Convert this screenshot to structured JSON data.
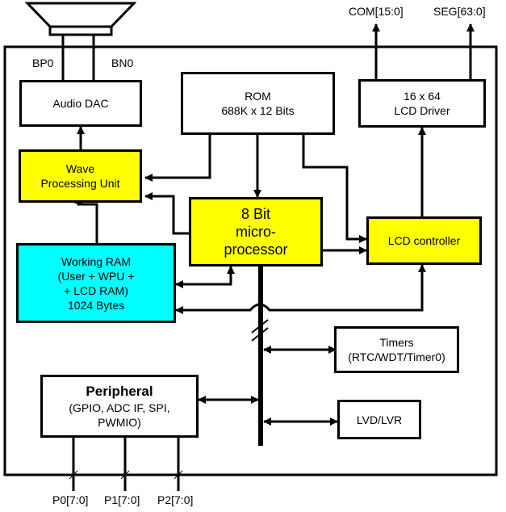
{
  "colors": {
    "yellow": "#FFFF00",
    "cyan": "#00FFFF",
    "line": "#000000",
    "white": "#FFFFFF"
  },
  "speaker": {
    "icon": "speaker-icon"
  },
  "signals": {
    "bp0": "BP0",
    "bn0": "BN0",
    "com": "COM[15:0]",
    "seg": "SEG[63:0]",
    "p0": "P0[7:0]",
    "p1": "P1[7:0]",
    "p2": "P2[7:0]"
  },
  "blocks": {
    "audio_dac": {
      "line1": "Audio DAC"
    },
    "rom": {
      "line1": "ROM",
      "line2": "688K x 12 Bits"
    },
    "lcd_driver": {
      "line1": "16 x 64",
      "line2": "LCD Driver"
    },
    "wpu": {
      "line1": "Wave",
      "line2": "Processing Unit"
    },
    "cpu": {
      "line1": "8 Bit",
      "line2": "micro-",
      "line3": "processor"
    },
    "lcd_controller": {
      "line1": "LCD controller"
    },
    "ram": {
      "line1": "Working RAM",
      "line2": "(User + WPU +",
      "line3": "+ LCD RAM)",
      "line4": "1024 Bytes"
    },
    "timers": {
      "line1": "Timers",
      "line2": "(RTC/WDT/Timer0)"
    },
    "peripheral": {
      "title": "Peripheral",
      "line2": "(GPIO, ADC IF, SPI,",
      "line3": "PWMIO)"
    },
    "lvd": {
      "line1": "LVD/LVR"
    }
  }
}
